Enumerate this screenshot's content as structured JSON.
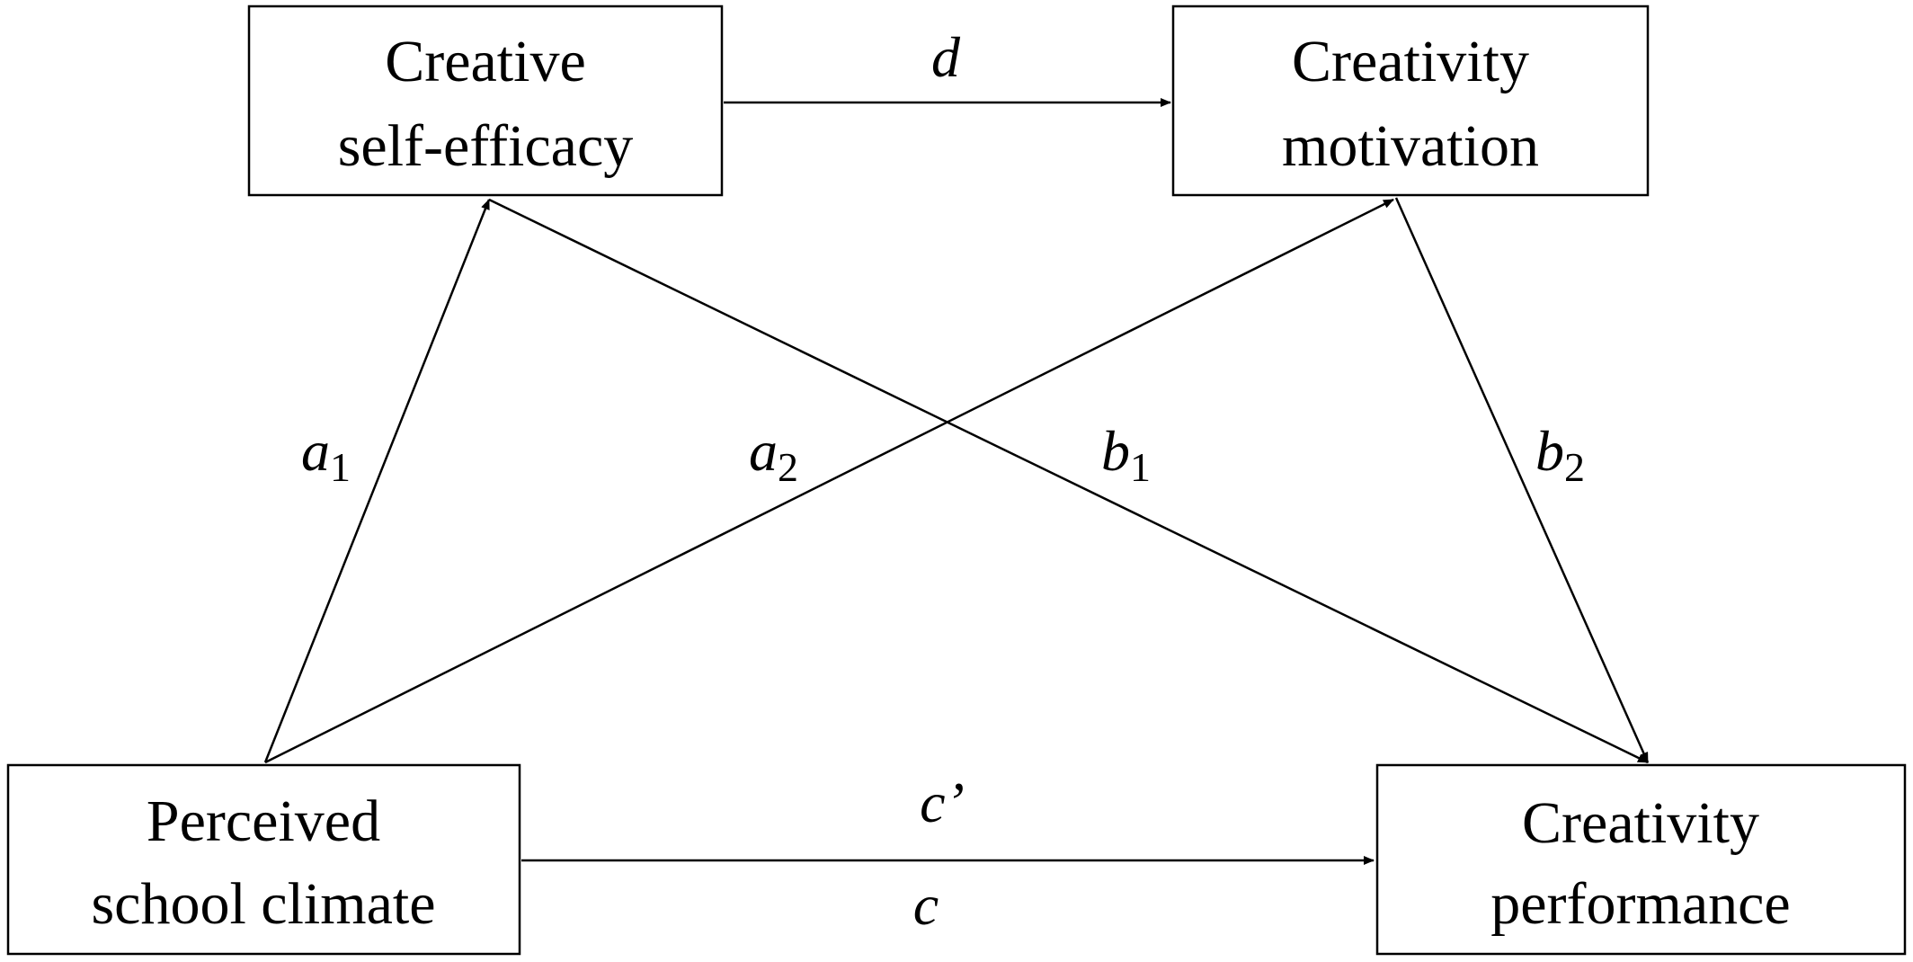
{
  "nodes": {
    "self_efficacy": {
      "line1": "Creative",
      "line2": "self-efficacy"
    },
    "motivation": {
      "line1": "Creativity",
      "line2": "motivation"
    },
    "school_climate": {
      "line1": "Perceived",
      "line2": "school climate"
    },
    "performance": {
      "line1": "Creativity",
      "line2": "performance"
    }
  },
  "paths": {
    "d": {
      "label": "d"
    },
    "a1": {
      "label": "a",
      "sub": "1"
    },
    "a2": {
      "label": "a",
      "sub": "2"
    },
    "b1": {
      "label": "b",
      "sub": "1"
    },
    "b2": {
      "label": "b",
      "sub": "2"
    },
    "c_prime": {
      "label": "c’"
    },
    "c": {
      "label": "c"
    }
  },
  "colors": {
    "stroke": "#000000",
    "background": "#ffffff"
  }
}
